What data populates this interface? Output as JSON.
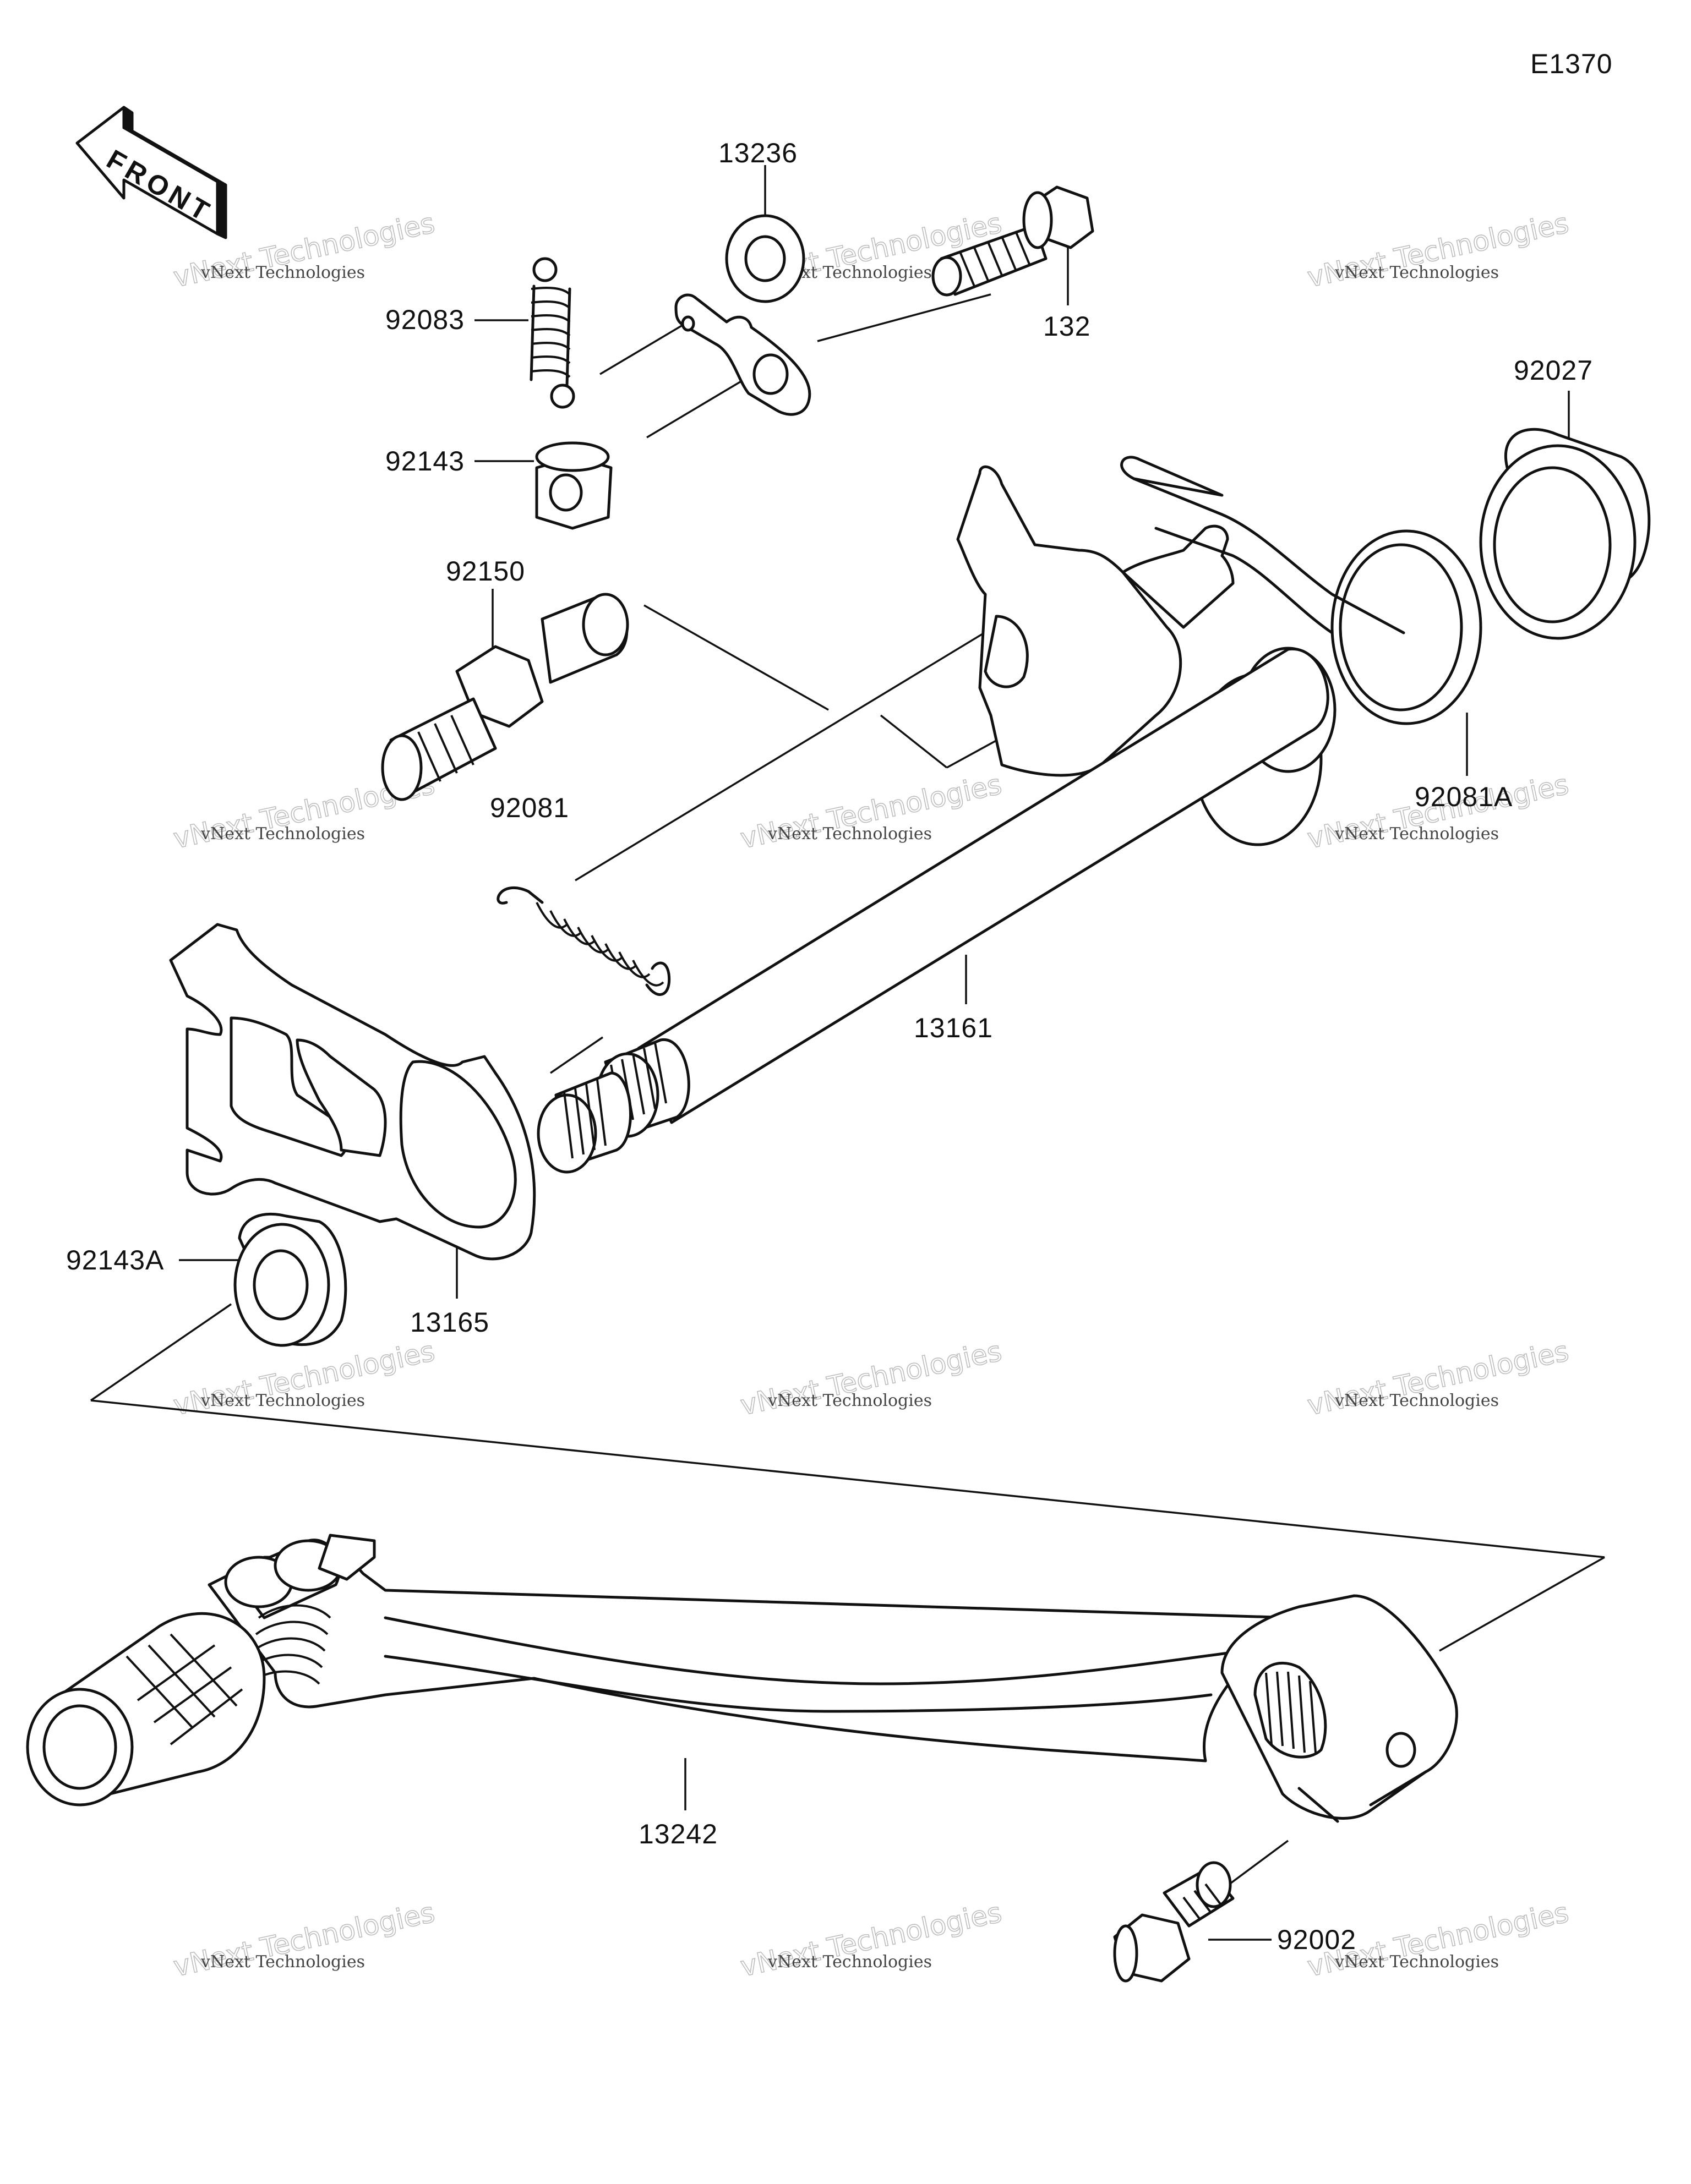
{
  "figure": {
    "code": "E1370",
    "front_label": "FRONT"
  },
  "parts": [
    {
      "id": "p13236",
      "number": "13236"
    },
    {
      "id": "p132",
      "number": "132"
    },
    {
      "id": "p92083",
      "number": "92083"
    },
    {
      "id": "p92143",
      "number": "92143"
    },
    {
      "id": "p92027",
      "number": "92027"
    },
    {
      "id": "p92150",
      "number": "92150"
    },
    {
      "id": "p92081A",
      "number": "92081A"
    },
    {
      "id": "p92081",
      "number": "92081"
    },
    {
      "id": "p13161",
      "number": "13161"
    },
    {
      "id": "p92143A",
      "number": "92143A"
    },
    {
      "id": "p13165",
      "number": "13165"
    },
    {
      "id": "p13242",
      "number": "13242"
    },
    {
      "id": "p92002",
      "number": "92002"
    }
  ],
  "watermark": {
    "line1": "vNext Technologies",
    "line2": "vNext Technologies"
  }
}
